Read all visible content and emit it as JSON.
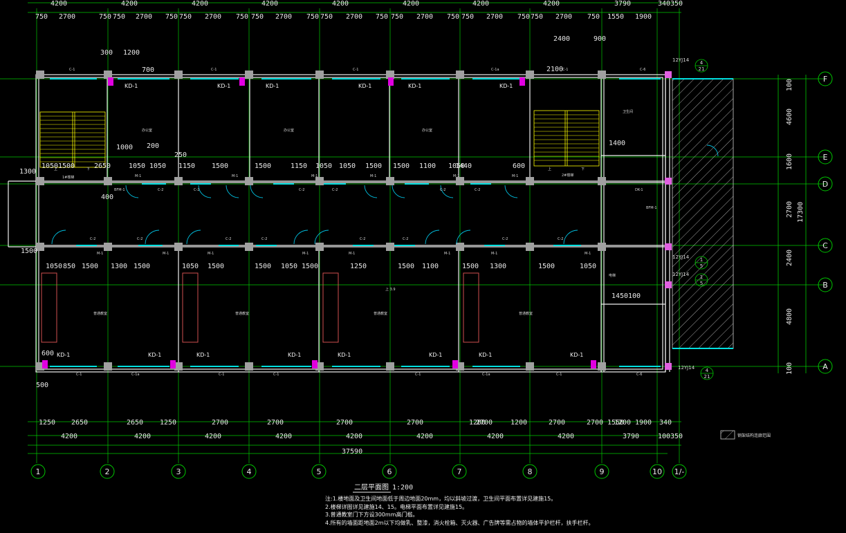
{
  "drawing": {
    "title": "二层平面图",
    "scale": "1:200",
    "total_dimension": "37590",
    "overall_depth": "17300",
    "legend_label": "钢架结构连廊范围"
  },
  "axes": {
    "vertical": [
      "1",
      "2",
      "3",
      "4",
      "5",
      "6",
      "7",
      "8",
      "9",
      "10",
      "1/-"
    ],
    "horizontal": [
      "F",
      "E",
      "D",
      "C",
      "B",
      "A"
    ]
  },
  "dims": {
    "top_bays": [
      "4200",
      "4200",
      "4200",
      "4200",
      "4200",
      "4200",
      "4200",
      "4200",
      "3790",
      "340",
      "350"
    ],
    "top_sub": [
      "750",
      "2700",
      "750",
      "750",
      "2700",
      "750",
      "750",
      "2700",
      "750",
      "750",
      "2700",
      "750",
      "750",
      "2700",
      "750",
      "750",
      "2700",
      "750",
      "750",
      "2700",
      "750",
      "750",
      "2700",
      "750",
      "1550",
      "1900"
    ],
    "bottom_sub": [
      "1250",
      "2650",
      "2650",
      "1250",
      "2700",
      "2700",
      "2700",
      "2700",
      "2700",
      "1200",
      "2700",
      "1200",
      "2700",
      "1200",
      "1550",
      "1900",
      "340"
    ],
    "bottom_bays": [
      "4200",
      "4200",
      "4200",
      "4200",
      "4200",
      "4200",
      "4200",
      "4200",
      "3790",
      "100",
      "350"
    ],
    "right_depths": [
      "100",
      "4600",
      "1600",
      "2700",
      "2400",
      "4800",
      "100"
    ],
    "row_d": [
      "1050",
      "1500",
      "2650",
      "1050",
      "1050",
      "1150",
      "1500",
      "1500",
      "1150",
      "1050",
      "1050",
      "1500",
      "1500",
      "1100",
      "1050",
      "1440",
      "600"
    ],
    "row_c": [
      "1050",
      "850",
      "1500",
      "1300",
      "1500",
      "1050",
      "1500",
      "1500",
      "1050",
      "1500",
      "1250",
      "1500",
      "1100",
      "1500",
      "1300",
      "1500",
      "1050"
    ],
    "misc": [
      "300",
      "1200",
      "2400",
      "900",
      "1300",
      "1500",
      "1000",
      "1400",
      "1450",
      "100",
      "400",
      "250",
      "200",
      "600",
      "700",
      "500",
      "2100"
    ]
  },
  "labels": {
    "door": "KD-1",
    "window_c1": "C-1",
    "window_c1a": "C-1a",
    "window_c2": "C-2",
    "window_c6": "C-6",
    "door_m1": "M-1",
    "section_ref": "12YJ14",
    "ref_num_top": "4",
    "ref_num_bottom": "21",
    "ref_mid_top": "1",
    "ref_mid_bottom": "5",
    "stair_up": "上",
    "stair_down": "下",
    "stair_label": "2#楼梯",
    "stair1_label": "1#楼梯",
    "classroom": "普通教室",
    "office": "办公室",
    "toilet": "卫生间",
    "up_arrow": "上",
    "elev": "3.9",
    "elevator": "电梯",
    "bpm": "BFM-1",
    "dk": "DK-1"
  },
  "notes": [
    "注:1.楼地面及卫生间地面低于周边地面20mm，均以斜坡过渡，卫生间平面布置详见建施15。",
    "2.楼梯详图详见建施14、15。电梯平面布置详见建施15。",
    "3.普通教室门下方设300mm高门槛。",
    "4.所有的墙面距地面2m以下均做乳、整漆，消火栓箱、灭火器、广告牌等需占物的墙体平护栏杆，扶手栏杆。"
  ],
  "colors": {
    "axis": "#00c800",
    "wall": "#f0f0f0",
    "column": "#a0a0a0",
    "window": "#00e0e0",
    "door_swing": "#00c0e0",
    "stair": "#ffff00",
    "marker": "#e000e0",
    "hatch": "#cccccc",
    "furniture": "#d05050"
  }
}
